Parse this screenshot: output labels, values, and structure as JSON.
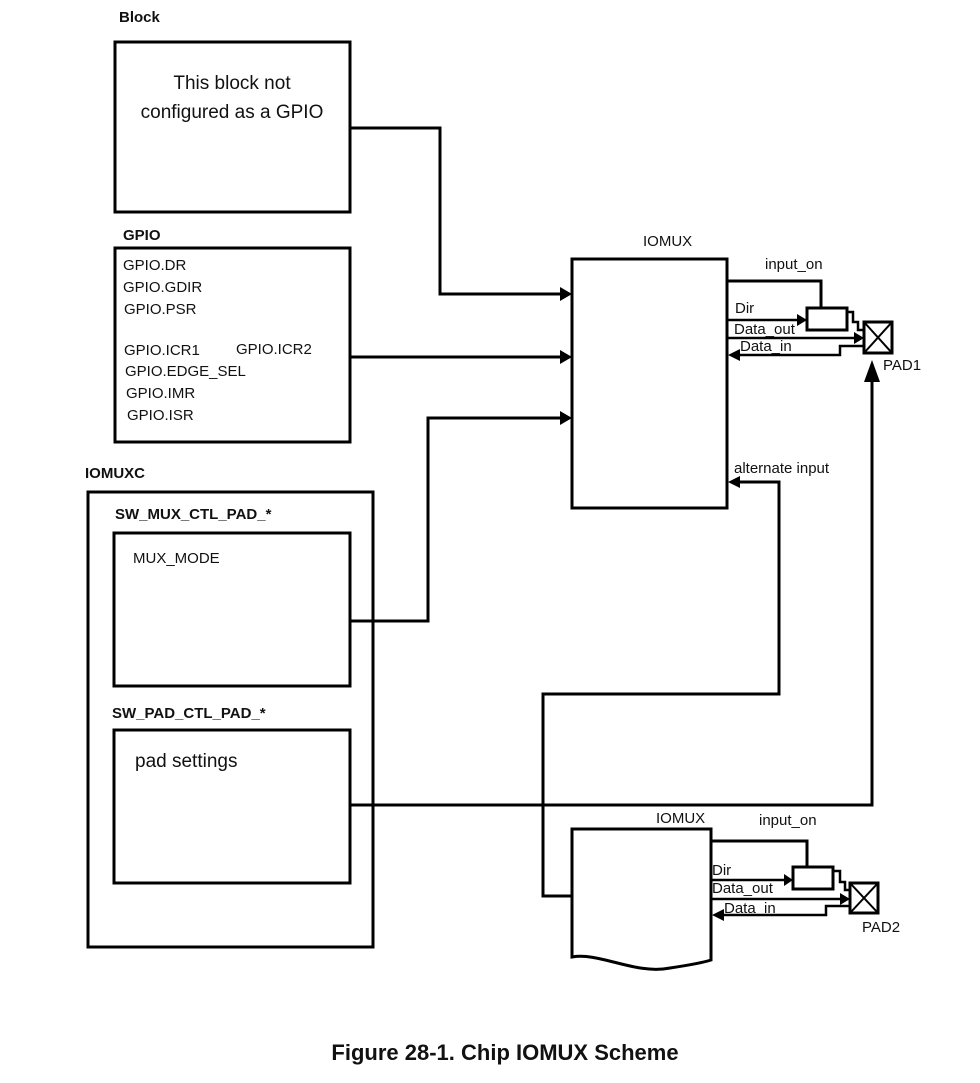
{
  "block": {
    "title": "Block",
    "text_line1": "This block not",
    "text_line2": "configured as a GPIO"
  },
  "gpio": {
    "title": "GPIO",
    "registers": [
      "GPIO.DR",
      "GPIO.GDIR",
      "GPIO.PSR",
      "GPIO.ICR1",
      "GPIO.ICR2",
      "GPIO.EDGE_SEL",
      "GPIO.IMR",
      "GPIO.ISR"
    ]
  },
  "iomuxc": {
    "title": "IOMUXC",
    "mux_ctl_title": "SW_MUX_CTL_PAD_*",
    "mux_mode": "MUX_MODE",
    "pad_ctl_title": "SW_PAD_CTL_PAD_*",
    "pad_settings": "pad settings"
  },
  "iomux1": {
    "title": "IOMUX",
    "input_on": "input_on",
    "dir": "Dir",
    "data_out": "Data_out",
    "data_in": "Data_in",
    "alternate_input": "alternate input",
    "pad": "PAD1"
  },
  "iomux2": {
    "title": "IOMUX",
    "input_on": "input_on",
    "dir": "Dir",
    "data_out": "Data_out",
    "data_in": "Data_in",
    "pad": "PAD2"
  },
  "caption": "Figure 28-1. Chip IOMUX Scheme"
}
